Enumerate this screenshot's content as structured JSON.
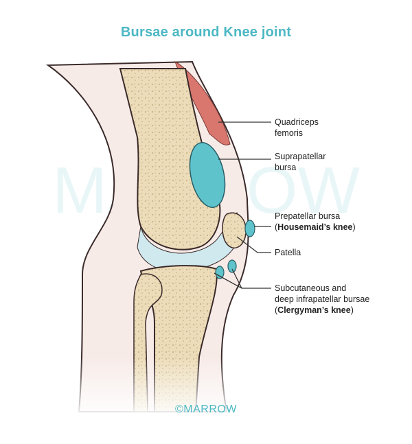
{
  "title": "Bursae around Knee joint",
  "colors": {
    "accent": "#4cb8c4",
    "bursa": "#5fc3cc",
    "bone": "#ecdcb9",
    "skin": "#f7ebe8",
    "muscle": "#d9776e",
    "cartilage": "#cfe9ee"
  },
  "labels": {
    "quadriceps_line1": "Quadriceps",
    "quadriceps_line2": "femoris",
    "suprapatellar_line1": "Suprapatellar",
    "suprapatellar_line2": "bursa",
    "prepatellar_line1": "Prepatellar bursa",
    "prepatellar_open": "(",
    "prepatellar_bold": "Housemaid’s knee",
    "prepatellar_close": ")",
    "patella": "Patella",
    "infrapatellar_line1": "Subcutaneous and",
    "infrapatellar_line2": "deep infrapatellar bursae",
    "infrapatellar_open": "(",
    "infrapatellar_bold": "Clergyman’s knee",
    "infrapatellar_close": ")"
  },
  "watermark": "MARROW",
  "footer": "©MARROW"
}
